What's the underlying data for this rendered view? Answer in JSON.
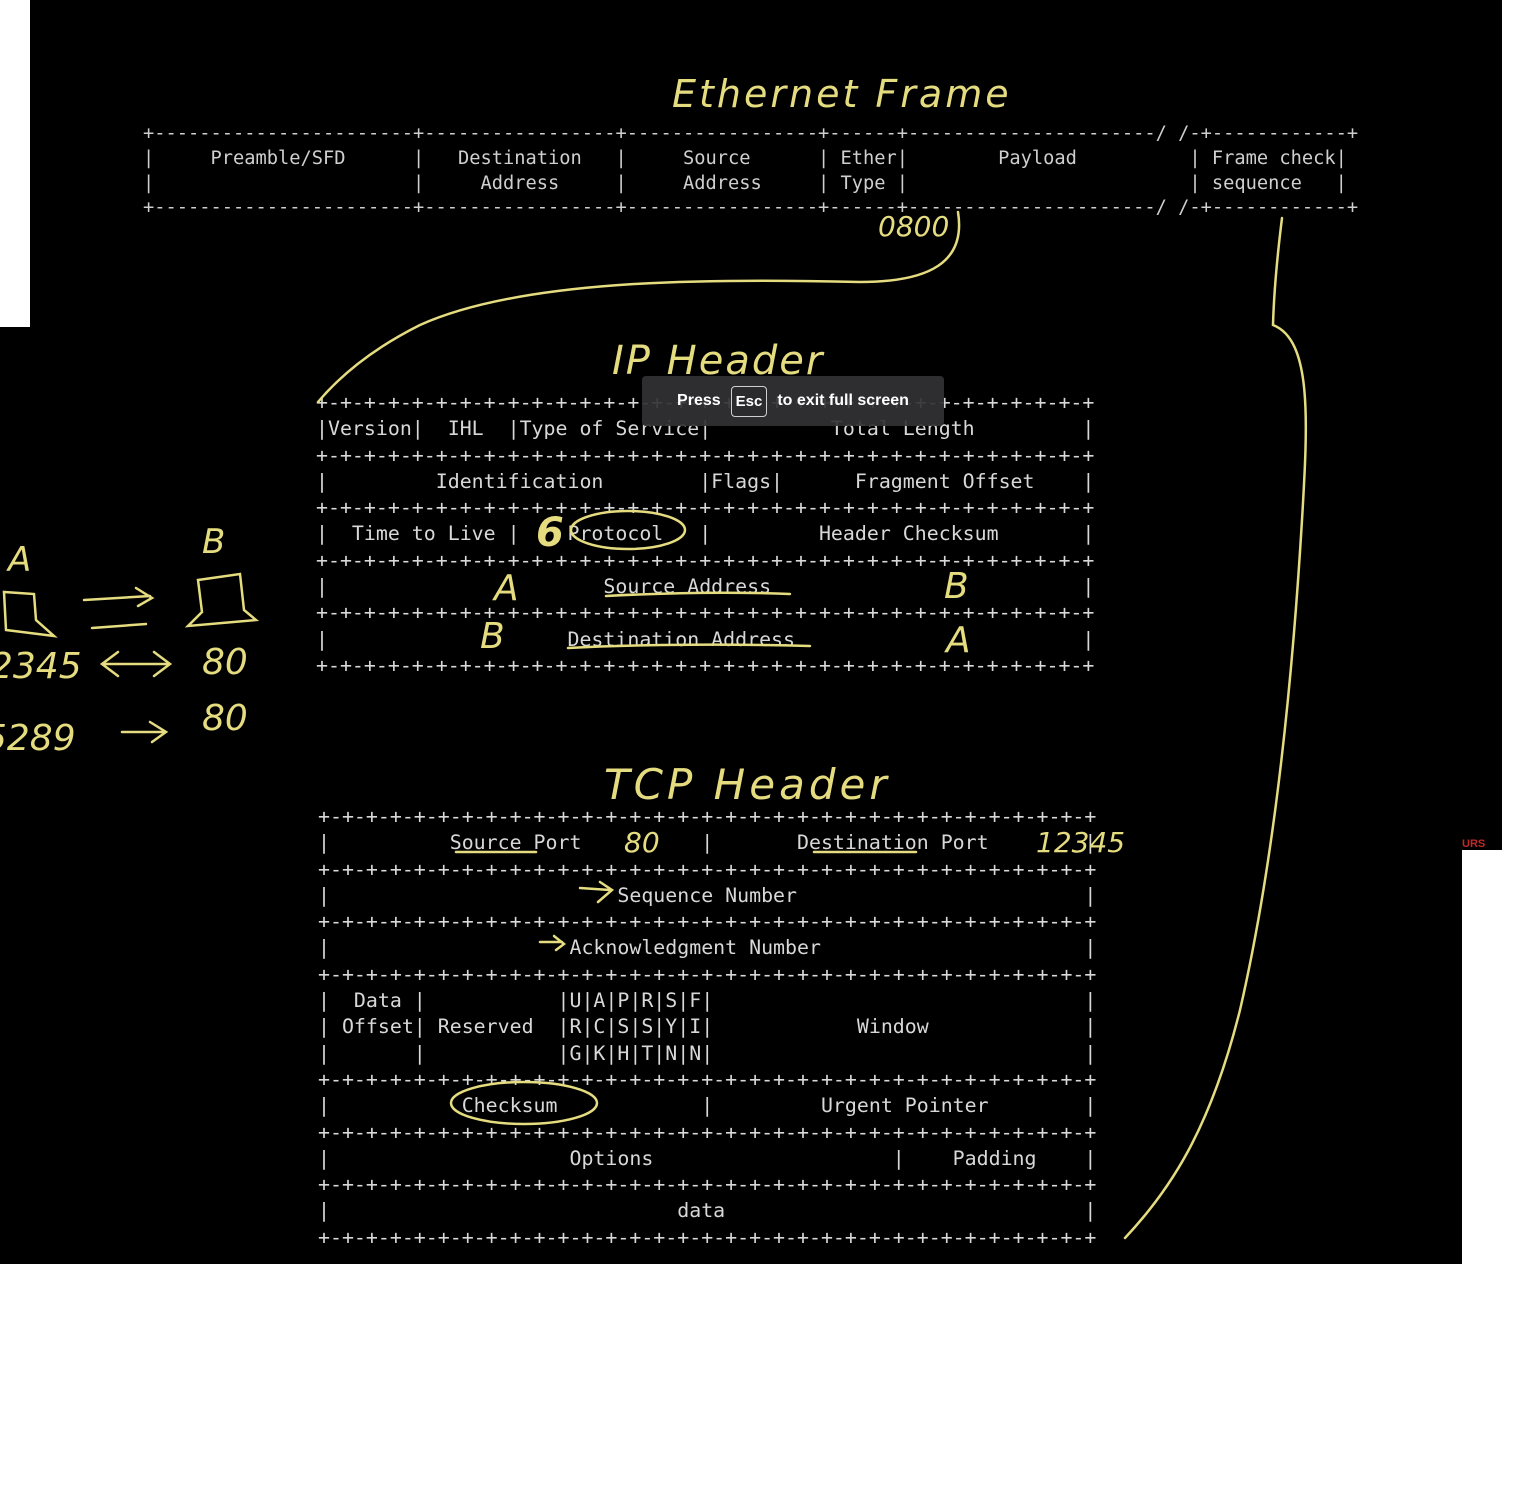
{
  "toast": {
    "press": "Press",
    "key": "Esc",
    "suffix": "to exit full screen"
  },
  "badge": "URS",
  "titles": {
    "ethernet": "Ethernet Frame",
    "ip": "IP Header",
    "tcp": "TCP Header"
  },
  "ethernet_table": [
    "+-----------------------+-----------------+-----------------+------+----------------------/ /-+------------+",
    "|     Preamble/SFD      |   Destination   |     Source      | Ether|        Payload          | Frame check|",
    "|                       |     Address     |     Address     | Type |                         | sequence   |",
    "+-----------------------+-----------------+-----------------+------+----------------------/ /-+------------+"
  ],
  "ip_table": [
    "+-+-+-+-+-+-+-+-+-+-+-+-+-+-+-+-+-+-+-+-+-+-+-+-+-+-+-+-+-+-+-+-+",
    "|Version|  IHL  |Type of Service|          Total Length         |",
    "+-+-+-+-+-+-+-+-+-+-+-+-+-+-+-+-+-+-+-+-+-+-+-+-+-+-+-+-+-+-+-+-+",
    "|         Identification        |Flags|      Fragment Offset    |",
    "+-+-+-+-+-+-+-+-+-+-+-+-+-+-+-+-+-+-+-+-+-+-+-+-+-+-+-+-+-+-+-+-+",
    "|  Time to Live |    Protocol   |         Header Checksum       |",
    "+-+-+-+-+-+-+-+-+-+-+-+-+-+-+-+-+-+-+-+-+-+-+-+-+-+-+-+-+-+-+-+-+",
    "|                       Source Address                          |",
    "+-+-+-+-+-+-+-+-+-+-+-+-+-+-+-+-+-+-+-+-+-+-+-+-+-+-+-+-+-+-+-+-+",
    "|                    Destination Address                        |",
    "+-+-+-+-+-+-+-+-+-+-+-+-+-+-+-+-+-+-+-+-+-+-+-+-+-+-+-+-+-+-+-+-+"
  ],
  "tcp_table": [
    "+-+-+-+-+-+-+-+-+-+-+-+-+-+-+-+-+-+-+-+-+-+-+-+-+-+-+-+-+-+-+-+-+",
    "|          Source Port          |       Destination Port        |",
    "+-+-+-+-+-+-+-+-+-+-+-+-+-+-+-+-+-+-+-+-+-+-+-+-+-+-+-+-+-+-+-+-+",
    "|                        Sequence Number                        |",
    "+-+-+-+-+-+-+-+-+-+-+-+-+-+-+-+-+-+-+-+-+-+-+-+-+-+-+-+-+-+-+-+-+",
    "|                    Acknowledgment Number                      |",
    "+-+-+-+-+-+-+-+-+-+-+-+-+-+-+-+-+-+-+-+-+-+-+-+-+-+-+-+-+-+-+-+-+",
    "|  Data |           |U|A|P|R|S|F|                               |",
    "| Offset| Reserved  |R|C|S|S|Y|I|            Window             |",
    "|       |           |G|K|H|T|N|N|                               |",
    "+-+-+-+-+-+-+-+-+-+-+-+-+-+-+-+-+-+-+-+-+-+-+-+-+-+-+-+-+-+-+-+-+",
    "|           Checksum            |         Urgent Pointer        |",
    "+-+-+-+-+-+-+-+-+-+-+-+-+-+-+-+-+-+-+-+-+-+-+-+-+-+-+-+-+-+-+-+-+",
    "|                    Options                    |    Padding    |",
    "+-+-+-+-+-+-+-+-+-+-+-+-+-+-+-+-+-+-+-+-+-+-+-+-+-+-+-+-+-+-+-+-+",
    "|                             data                              |",
    "+-+-+-+-+-+-+-+-+-+-+-+-+-+-+-+-+-+-+-+-+-+-+-+-+-+-+-+-+-+-+-+-+"
  ],
  "annotations": {
    "ethertype": "0800",
    "protocol_num": "6",
    "ip_src": "A",
    "ip_src_right": "B",
    "ip_dst": "B",
    "ip_dst_right": "A",
    "src_port": "80",
    "dst_port": "12345",
    "left_a": "A",
    "left_b": "B",
    "left_port1": "2345",
    "left_port1_dst": "80",
    "left_port2": "5289",
    "left_port2_dst": "80"
  },
  "colors": {
    "ink": "#e5dc80",
    "text": "#d8d8d8",
    "background": "#000000"
  }
}
